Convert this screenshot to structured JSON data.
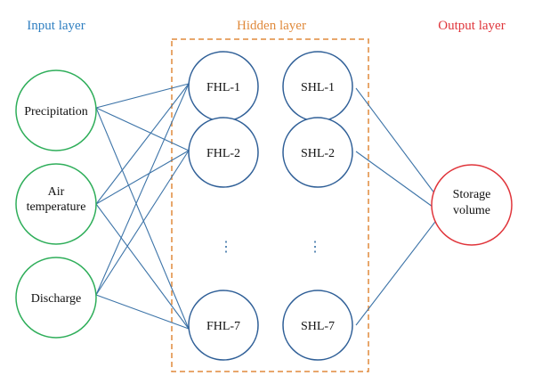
{
  "colors": {
    "input": "#2fae5a",
    "hidden": "#2f5f97",
    "output": "#e0353b",
    "hidden_box": "#e08a3c",
    "edge": "#3d74a8",
    "input_title": "#2f7fc1"
  },
  "titles": {
    "input": "Input layer",
    "hidden": "Hidden layer",
    "output": "Output layer"
  },
  "input_nodes": [
    {
      "lines": [
        "Precipitation"
      ]
    },
    {
      "lines": [
        "Air",
        "temperature"
      ]
    },
    {
      "lines": [
        "Discharge"
      ]
    }
  ],
  "first_hidden": [
    {
      "label": "FHL-1"
    },
    {
      "label": "FHL-2"
    },
    {
      "label": "FHL-7"
    }
  ],
  "second_hidden": [
    {
      "label": "SHL-1"
    },
    {
      "label": "SHL-2"
    },
    {
      "label": "SHL-7"
    }
  ],
  "output_node": {
    "lines": [
      "Storage",
      "volume"
    ]
  },
  "ellipsis": "⋮"
}
